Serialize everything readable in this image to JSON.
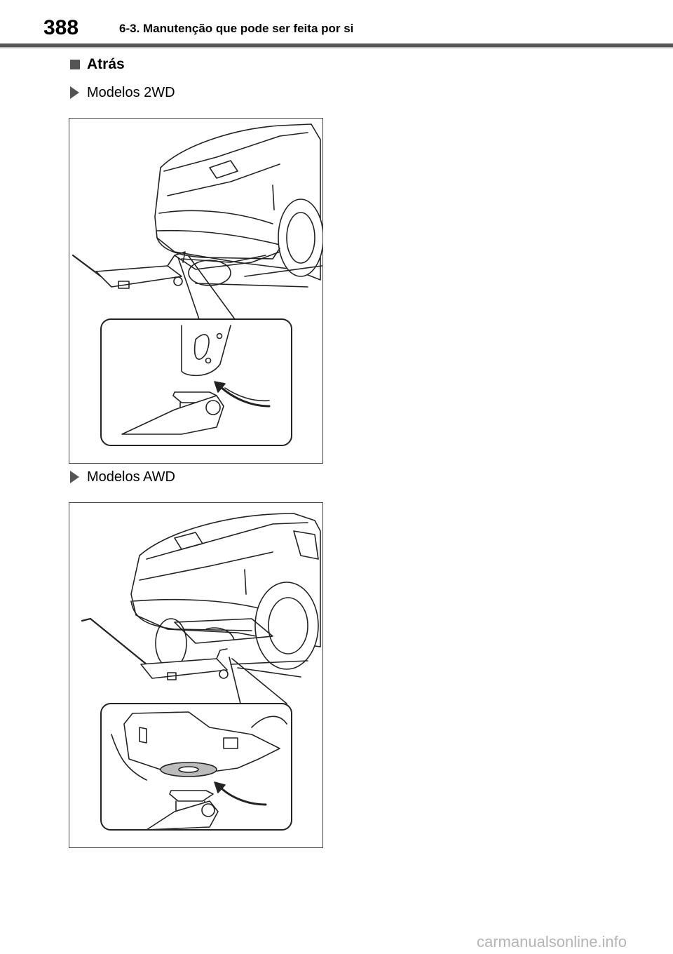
{
  "header": {
    "page_number": "388",
    "section_title": "6-3. Manutenção que pode ser feita por si"
  },
  "heading": {
    "label": "Atrás",
    "bullet_icon": "square-bullet-icon"
  },
  "items": [
    {
      "label": "Modelos 2WD",
      "bullet_icon": "triangle-bullet-icon",
      "figure_icon": "jack-under-rear-2wd-illustration"
    },
    {
      "label": "Modelos AWD",
      "bullet_icon": "triangle-bullet-icon",
      "figure_icon": "jack-under-rear-awd-illustration"
    }
  ],
  "footer": {
    "watermark": "carmanualsonline.info"
  },
  "colors": {
    "rule": "#555555",
    "line_art": "#222222",
    "watermark": "#b5b5b5"
  }
}
